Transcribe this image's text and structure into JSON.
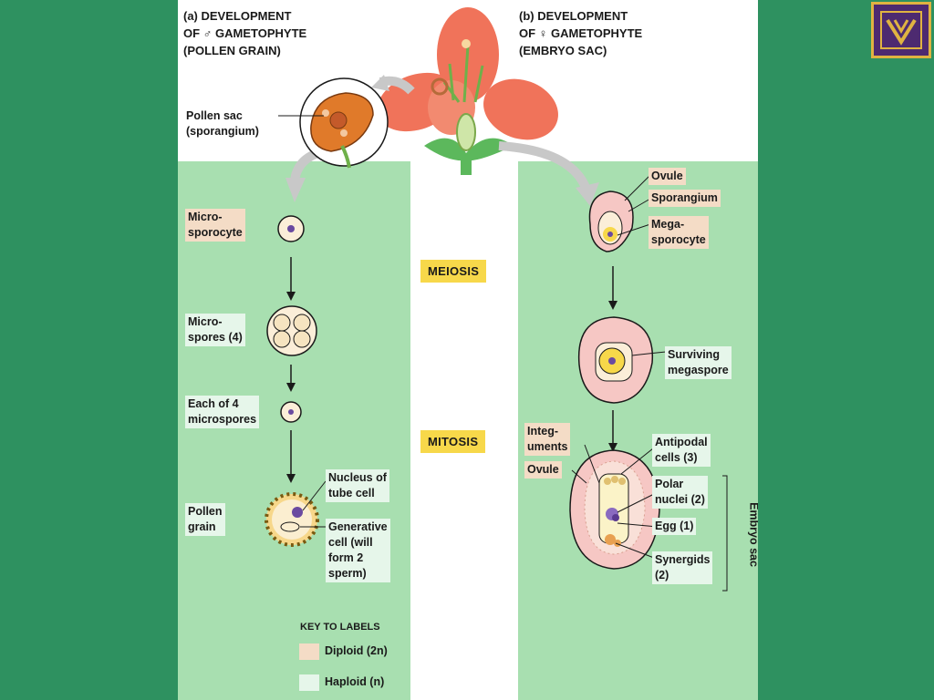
{
  "panel_a": {
    "title": "(a) DEVELOPMENT\nOF ♂ GAMETOPHYTE\n(POLLEN GRAIN)"
  },
  "panel_b": {
    "title": "(b) DEVELOPMENT\nOF ♀ GAMETOPHYTE\n(EMBRYO SAC)"
  },
  "labels": {
    "pollen_sac": "Pollen sac\n(sporangium)",
    "microsporocyte": "Micro-\nsporocyte",
    "microspores": "Micro-\nspores (4)",
    "each_microspore": "Each of 4\nmicrospores",
    "pollen_grain": "Pollen\ngrain",
    "nucleus_tube": "Nucleus of\ntube cell",
    "generative": "Generative\ncell (will\nform 2\nsperm)",
    "ovule_top": "Ovule",
    "sporangium": "Sporangium",
    "megasporocyte": "Mega-\nsporocyte",
    "surviving": "Surviving\nmegaspore",
    "integuments": "Integ-\numents",
    "ovule_bottom": "Ovule",
    "antipodal": "Antipodal\ncells (3)",
    "polar": "Polar\nnuclei (2)",
    "egg": "Egg (1)",
    "synergids": "Synergids\n(2)",
    "embryo_sac": "Embryo sac"
  },
  "stages": {
    "meiosis": "MEIOSIS",
    "mitosis": "MITOSIS"
  },
  "key": {
    "title": "KEY TO LABELS",
    "diploid": "Diploid (2n)",
    "haploid": "Haploid (n)"
  },
  "colors": {
    "background": "#2e9160",
    "panel": "#a8dfb0",
    "diploid": "#f4dcc6",
    "haploid": "#e6f6ea",
    "stage": "#f7d84a",
    "flower": "#f0735a",
    "nucleus": "#6a4aa0"
  },
  "icons": {
    "logo": "shield-logo-icon"
  }
}
